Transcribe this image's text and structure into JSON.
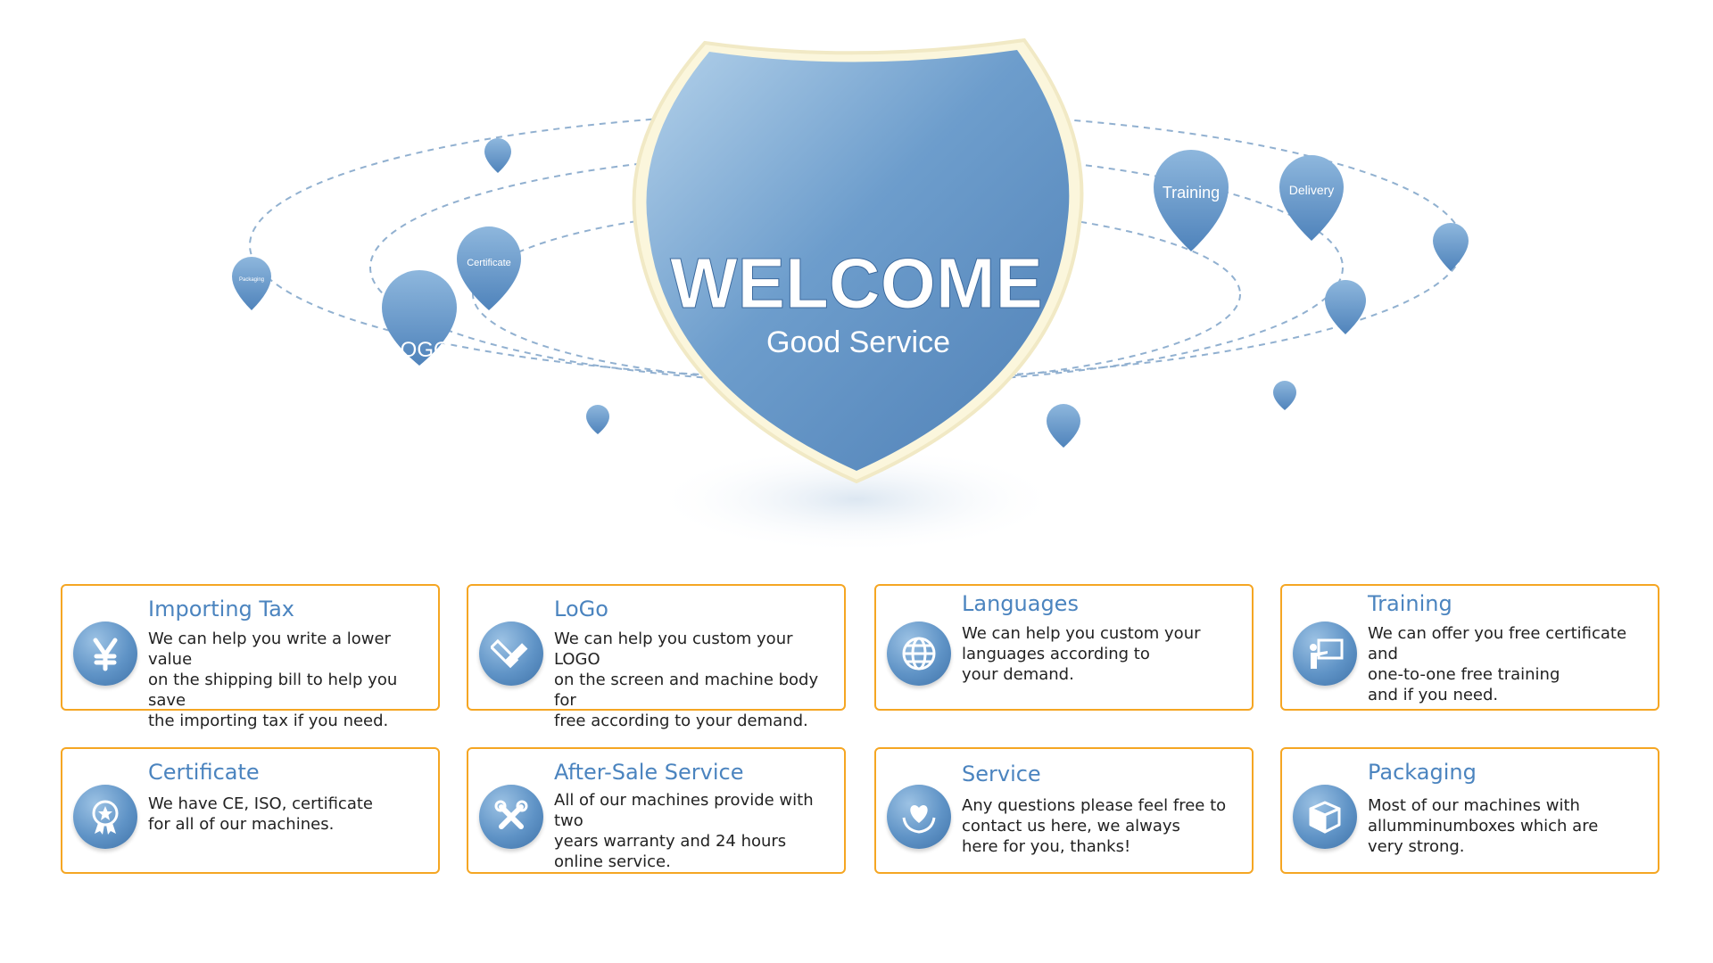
{
  "hero": {
    "headline": "WELCOME",
    "subheadline": "Good Service",
    "pin_labels": {
      "logo": "LOGO",
      "certificate": "Certificate",
      "packaging": "Packaging",
      "training": "Training",
      "delivery": "Delivery"
    }
  },
  "colors": {
    "accent_blue": "#5f93c6",
    "title_blue": "#4b84bf",
    "card_border": "#f5a623"
  },
  "cards": [
    {
      "title": "Importing Tax",
      "icon": "yen-icon",
      "desc": "We can help you write a lower value\non the shipping bill to help you save\nthe importing tax if you need."
    },
    {
      "title": "LoGo",
      "icon": "pencil-ruler-icon",
      "desc": "We can help you custom your LOGO\non the screen and machine body for\nfree according to your demand."
    },
    {
      "title": "Languages",
      "icon": "globe-icon",
      "desc": "We can help you custom your\nlanguages according to\nyour demand."
    },
    {
      "title": "Training",
      "icon": "teacher-board-icon",
      "desc": "We can offer you free certificate and\none-to-one free training\nand if you need."
    },
    {
      "title": "Certificate",
      "icon": "award-ribbon-icon",
      "desc": "We have CE, ISO, certificate\nfor all of our machines."
    },
    {
      "title": "After-Sale Service",
      "icon": "tools-icon",
      "desc": "All of our machines provide with two\nyears warranty and 24 hours\nonline service."
    },
    {
      "title": "Service",
      "icon": "heart-hands-icon",
      "desc": "Any questions please feel free to\ncontact us here, we always\nhere for you, thanks!"
    },
    {
      "title": "Packaging",
      "icon": "box-icon",
      "desc": "Most of our machines with\nallumminumboxes which are\nvery strong."
    }
  ]
}
